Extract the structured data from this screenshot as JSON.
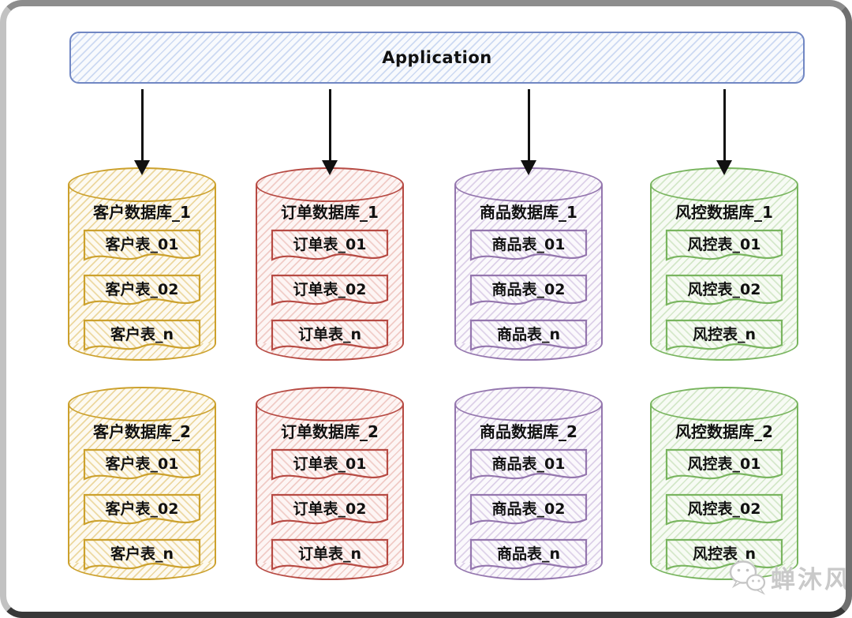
{
  "app": {
    "label": "Application"
  },
  "watermark": {
    "icon": "wechat-icon",
    "label": "蝉沐风"
  },
  "palette": {
    "application_border": "#7187c3",
    "customer": "#cca12d",
    "order": "#b74a43",
    "product": "#9476ae",
    "risk": "#79b55f",
    "arrow": "#111111",
    "frame": "#8d8d8d"
  },
  "databases": [
    {
      "title": "客户数据库_1",
      "family": "customer",
      "tables": [
        "客户表_01",
        "客户表_02",
        "客户表_n"
      ]
    },
    {
      "title": "订单数据库_1",
      "family": "order",
      "tables": [
        "订单表_01",
        "订单表_02",
        "订单表_n"
      ]
    },
    {
      "title": "商品数据库_1",
      "family": "product",
      "tables": [
        "商品表_01",
        "商品表_02",
        "商品表_n"
      ]
    },
    {
      "title": "风控数据库_1",
      "family": "risk",
      "tables": [
        "风控表_01",
        "风控表_02",
        "风控表_n"
      ]
    },
    {
      "title": "客户数据库_2",
      "family": "customer",
      "tables": [
        "客户表_01",
        "客户表_02",
        "客户表_n"
      ]
    },
    {
      "title": "订单数据库_2",
      "family": "order",
      "tables": [
        "订单表_01",
        "订单表_02",
        "订单表_n"
      ]
    },
    {
      "title": "商品数据库_2",
      "family": "product",
      "tables": [
        "商品表_01",
        "商品表_02",
        "商品表_n"
      ]
    },
    {
      "title": "风控数据库_2",
      "family": "risk",
      "tables": [
        "风控表_01",
        "风控表_02",
        "风控表_n"
      ]
    }
  ]
}
